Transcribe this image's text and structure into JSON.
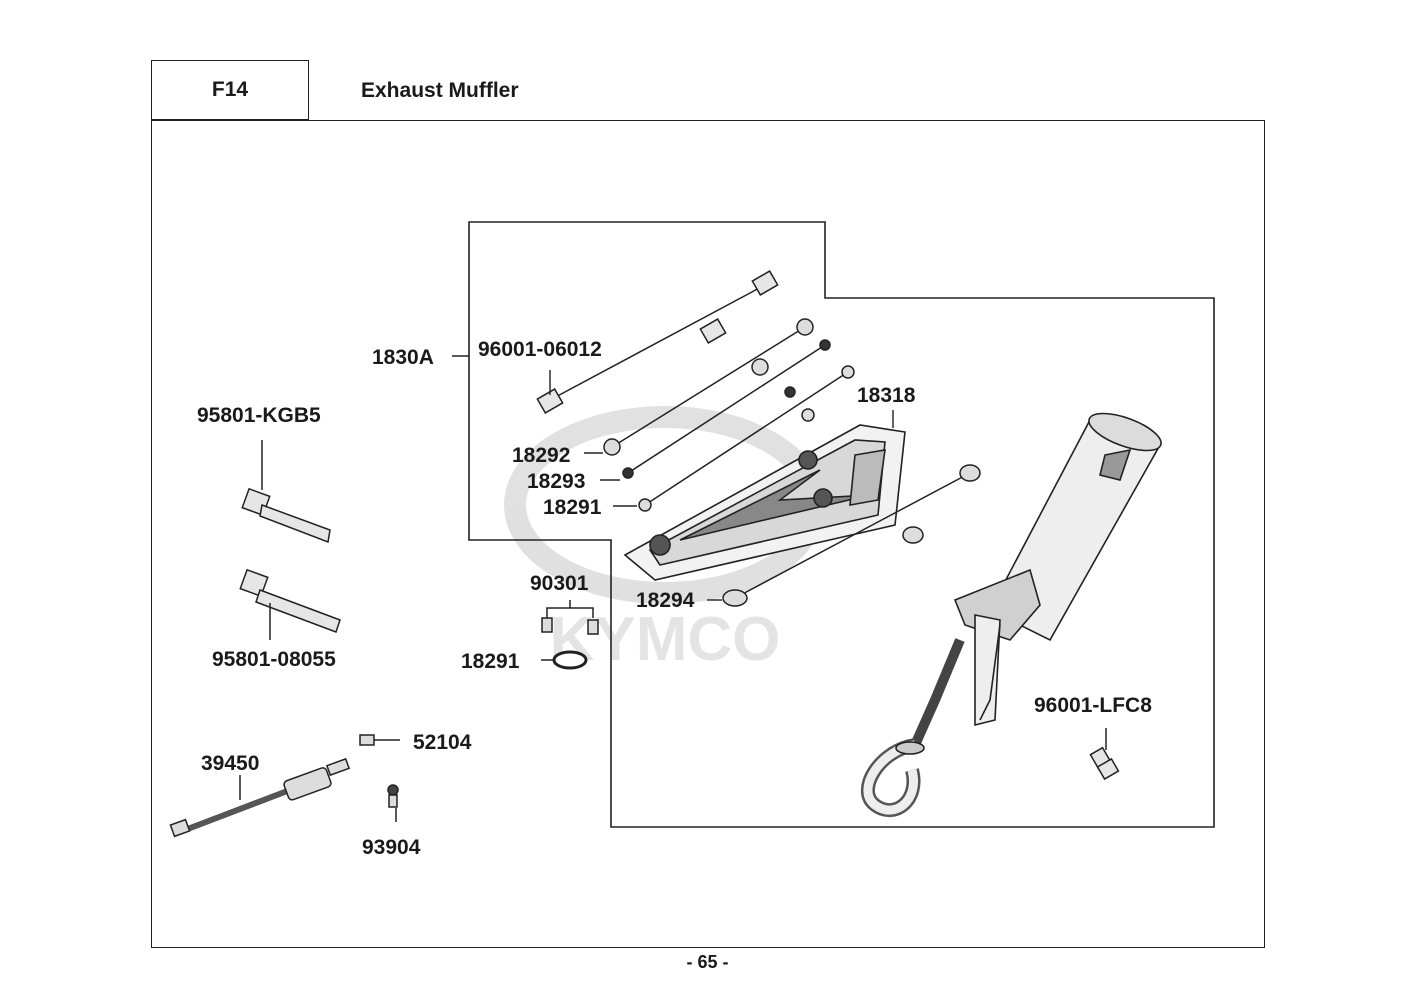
{
  "header": {
    "code": "F14",
    "title": "Exhaust Muffler"
  },
  "watermark": "KYMCO",
  "parts": {
    "p1830A": "1830A",
    "p96001_06012": "96001-06012",
    "p95801_KGB5": "95801-KGB5",
    "p18318": "18318",
    "p18292": "18292",
    "p18293": "18293",
    "p18291a": "18291",
    "p18294": "18294",
    "p90301": "90301",
    "p18291b": "18291",
    "p95801_08055": "95801-08055",
    "p96001_LFC8": "96001-LFC8",
    "p39450": "39450",
    "p52104": "52104",
    "p93904": "93904"
  },
  "footer": {
    "page": "- 65 -"
  }
}
